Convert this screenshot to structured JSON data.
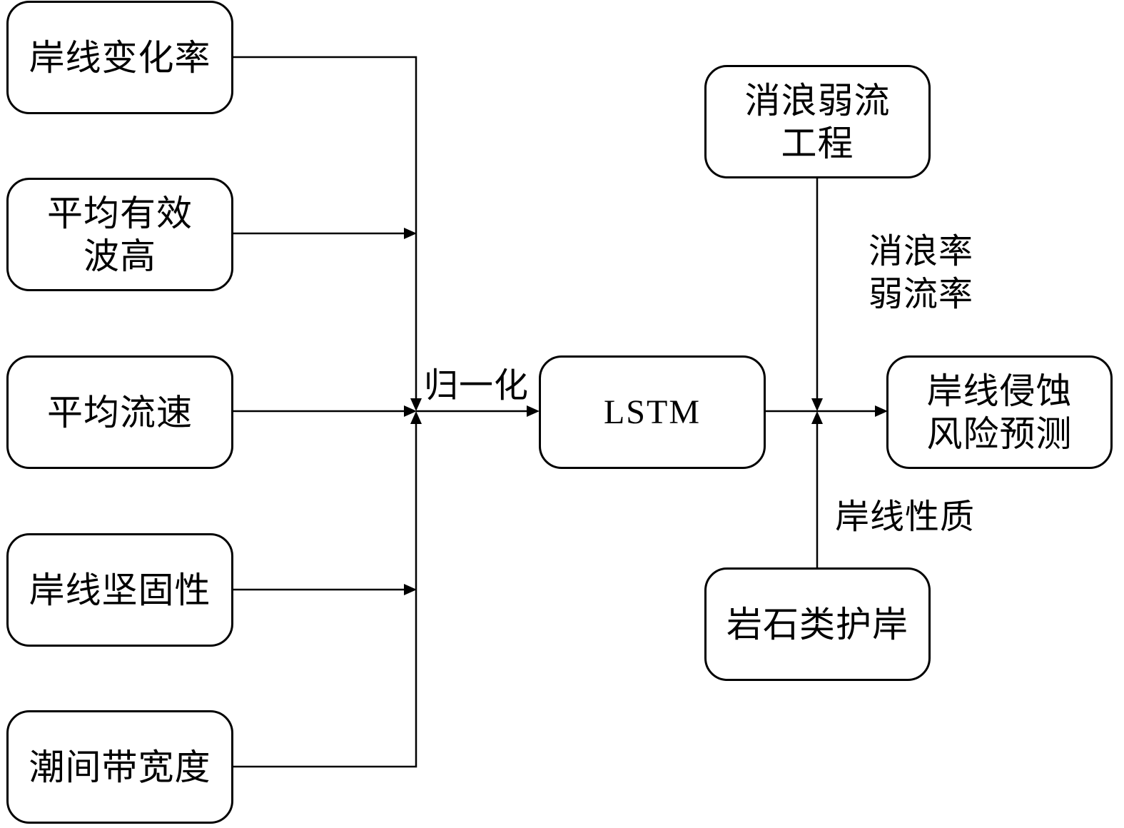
{
  "inputs": {
    "shoreline_change_rate": "岸线变化率",
    "mean_wave_height": "平均有效\n波高",
    "mean_current_speed": "平均流速",
    "shoreline_firmness": "岸线坚固性",
    "intertidal_width": "潮间带宽度"
  },
  "normalization_label": "归一化",
  "model": "LSTM",
  "output": "岸线侵蚀\n风险预测",
  "breakwater": {
    "box": "消浪弱流\n工程",
    "label": "消浪率\n弱流率"
  },
  "rock_revetment": {
    "box": "岩石类护岸",
    "label": "岸线性质"
  }
}
